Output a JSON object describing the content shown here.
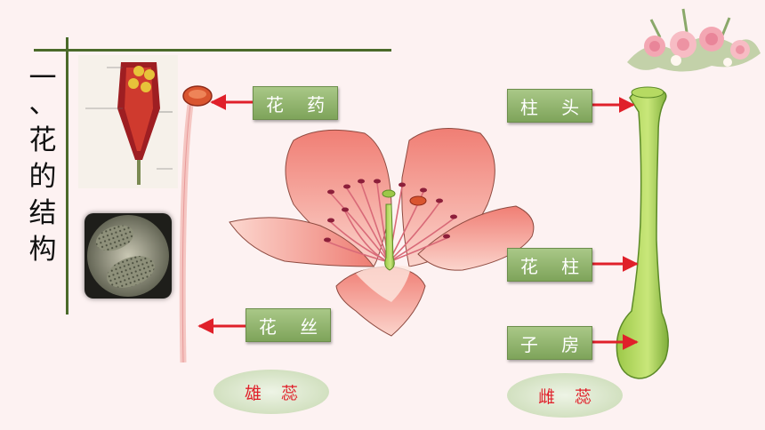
{
  "title": {
    "chars": [
      "一",
      "、",
      "花",
      "的",
      "结",
      "构"
    ]
  },
  "labels": {
    "anther": "花 药",
    "filament": "花 丝",
    "stigma": "柱 头",
    "style": "花 柱",
    "ovary": "子 房"
  },
  "groups": {
    "stamen": "雄 蕊",
    "pistil": "雌 蕊"
  },
  "colors": {
    "accent_green": "#7ea45a",
    "arrow_red": "#e0202a",
    "line_green": "#4a6a2a",
    "background": "#fdf2f2"
  }
}
